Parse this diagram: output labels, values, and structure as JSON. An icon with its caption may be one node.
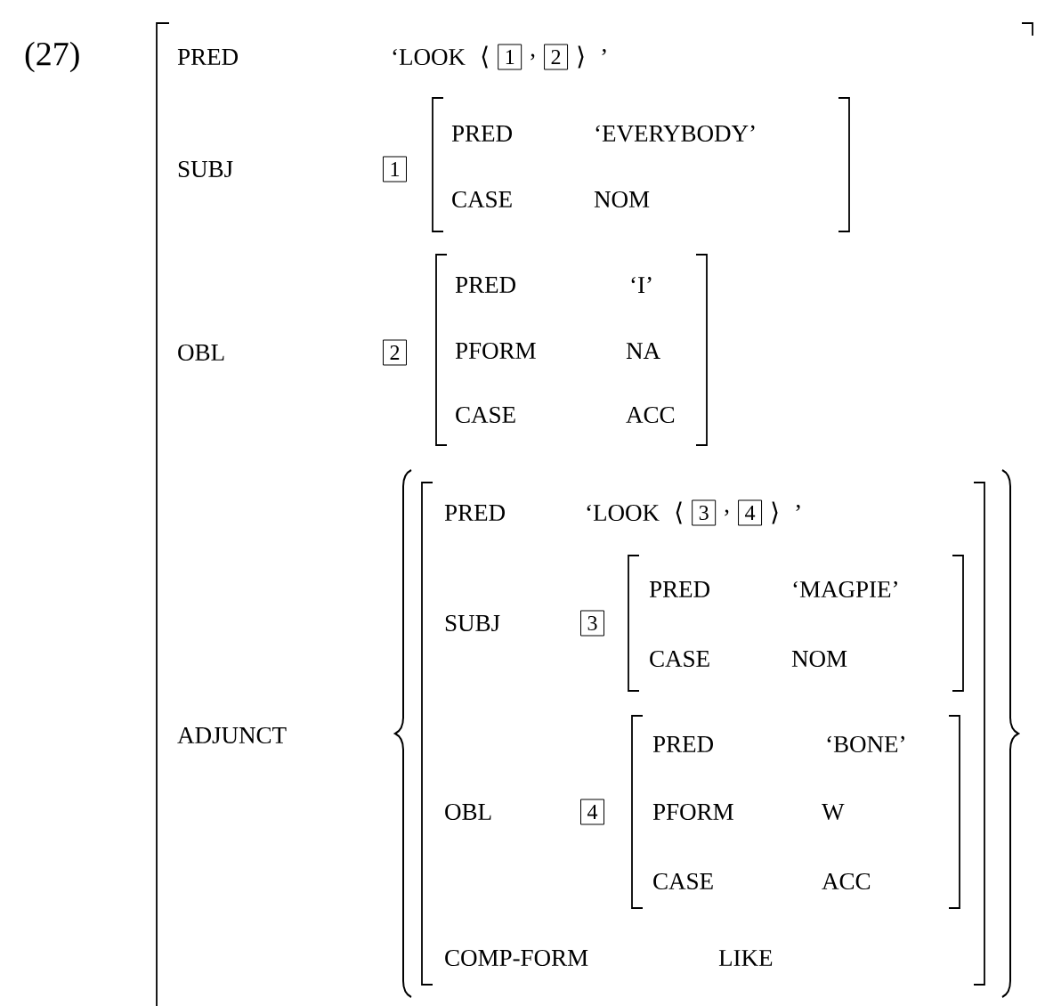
{
  "diagram": {
    "labels": [
      "(27)",
      "PRED",
      "‘LOOK",
      "⟨",
      "1",
      ",",
      "2",
      "⟩",
      "’",
      "SUBJ",
      "1",
      "PRED",
      "‘EVERYBODY’",
      "CASE",
      "NOM",
      "OBL",
      "2",
      "PRED",
      "‘I’",
      "PFORM",
      "NA",
      "CASE",
      "ACC",
      "ADJUNCT",
      "PRED",
      "‘LOOK",
      "⟨",
      "3",
      ",",
      "4",
      "⟩",
      "’",
      "SUBJ",
      "3",
      "PRED",
      "‘MAGPIE’",
      "CASE",
      "NOM",
      "OBL",
      "4",
      "PRED",
      "‘BONE’",
      "PFORM",
      "W",
      "CASE",
      "ACC",
      "COMP-FORM",
      "LIKE"
    ]
  }
}
